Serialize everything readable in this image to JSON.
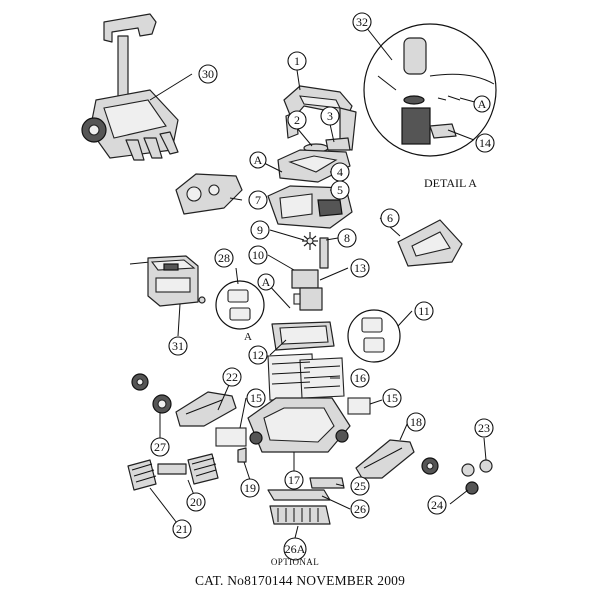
{
  "callouts": [
    {
      "id": "c1",
      "label": "1"
    },
    {
      "id": "c2",
      "label": "2"
    },
    {
      "id": "c3",
      "label": "3"
    },
    {
      "id": "c4",
      "label": "4"
    },
    {
      "id": "c5",
      "label": "5"
    },
    {
      "id": "c6",
      "label": "6"
    },
    {
      "id": "c7",
      "label": "7"
    },
    {
      "id": "c8",
      "label": "8"
    },
    {
      "id": "c9",
      "label": "9"
    },
    {
      "id": "c10",
      "label": "10"
    },
    {
      "id": "c11",
      "label": "11"
    },
    {
      "id": "c12",
      "label": "12"
    },
    {
      "id": "c13",
      "label": "13"
    },
    {
      "id": "c14",
      "label": "14"
    },
    {
      "id": "c15a",
      "label": "15"
    },
    {
      "id": "c15b",
      "label": "15"
    },
    {
      "id": "c16",
      "label": "16"
    },
    {
      "id": "c17",
      "label": "17"
    },
    {
      "id": "c18",
      "label": "18"
    },
    {
      "id": "c19",
      "label": "19"
    },
    {
      "id": "c20",
      "label": "20"
    },
    {
      "id": "c21",
      "label": "21"
    },
    {
      "id": "c22",
      "label": "22"
    },
    {
      "id": "c23",
      "label": "23"
    },
    {
      "id": "c24",
      "label": "24"
    },
    {
      "id": "c25",
      "label": "25"
    },
    {
      "id": "c26",
      "label": "26"
    },
    {
      "id": "c26a",
      "label": "26A"
    },
    {
      "id": "c27",
      "label": "27"
    },
    {
      "id": "c28",
      "label": "28"
    },
    {
      "id": "c30",
      "label": "30"
    },
    {
      "id": "c31",
      "label": "31"
    },
    {
      "id": "c32",
      "label": "32"
    },
    {
      "id": "cA1",
      "label": "A"
    },
    {
      "id": "cA2",
      "label": "A"
    },
    {
      "id": "cA3",
      "label": "A"
    }
  ],
  "detail_label": "DETAIL A",
  "marker_A": "A",
  "optional_label": "OPTIONAL",
  "catalog_line": "CAT. No8170144 NOVEMBER 2009"
}
